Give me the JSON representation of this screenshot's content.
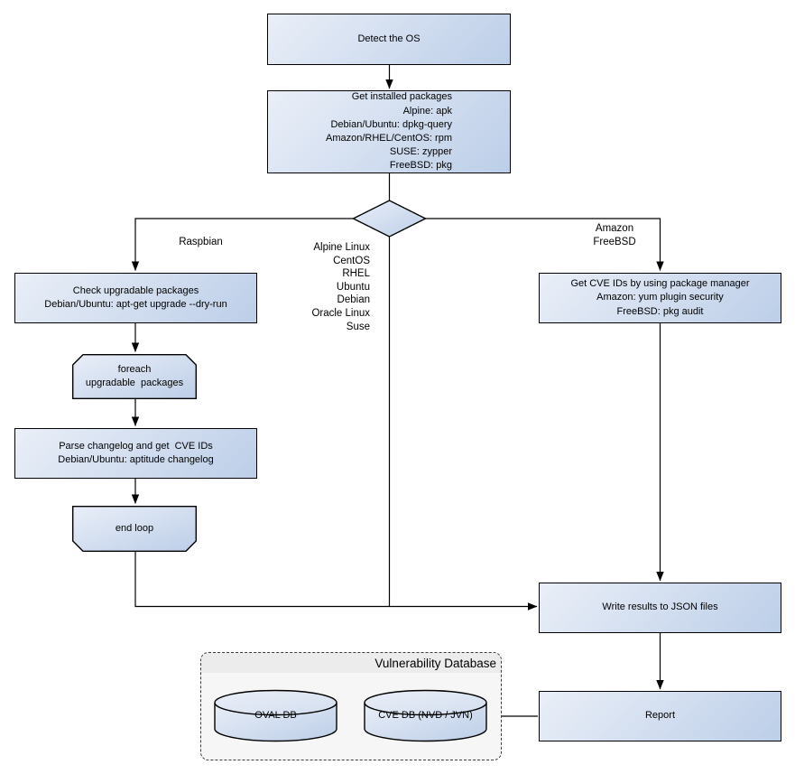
{
  "colors": {
    "node-light": "#eaeff8",
    "node-dark": "#bccee8",
    "cyl-mid": "#d3deef",
    "edge": "#000000",
    "text": "#000000",
    "container-bg": "#f6f6f6",
    "container-band": "#ececec",
    "container-border": "#3b3b3b"
  },
  "nodes": {
    "detect_os": {
      "label": "Detect the OS"
    },
    "get_installed": {
      "lines": [
        "Get installed packages",
        "Alpine: apk",
        "Debian/Ubuntu: dpkg-query",
        "Amazon/RHEL/CentOS: rpm",
        "SUSE: zypper",
        "FreeBSD: pkg"
      ]
    },
    "check_upgradable": {
      "lines": [
        "Check upgradable packages",
        "Debian/Ubuntu: apt-get upgrade --dry-run"
      ]
    },
    "foreach_loop": {
      "lines": [
        "foreach",
        "upgradable  packages"
      ]
    },
    "parse_changelog": {
      "lines": [
        "Parse changelog and get  CVE IDs",
        "Debian/Ubuntu: aptitude changelog"
      ]
    },
    "end_loop": {
      "label": "end loop"
    },
    "get_cve": {
      "lines": [
        "Get CVE IDs by using package manager",
        "Amazon: yum plugin security",
        "FreeBSD: pkg audit"
      ]
    },
    "write_results": {
      "label": "Write results to JSON files"
    },
    "report": {
      "label": "Report"
    }
  },
  "edge_labels": {
    "raspbian": "Raspbian",
    "os_list": [
      "Alpine Linux",
      "CentOS",
      "RHEL",
      "Ubuntu",
      "Debian",
      "Oracle Linux",
      "Suse"
    ],
    "amazon_freebsd": [
      "Amazon",
      "FreeBSD"
    ]
  },
  "vuln_db": {
    "title": "Vulnerability Database",
    "oval_db": "OVAL DB",
    "cve_db": "CVE DB (NVD / JVN)"
  }
}
